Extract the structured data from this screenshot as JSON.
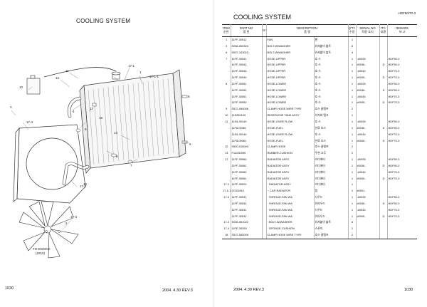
{
  "left_page": {
    "title": "COOLING  SYSTEM",
    "page_number": "1030",
    "revision": "2004. 4.30 REV.3",
    "labels": {
      "l1": "17-1",
      "l2": "1",
      "l3": "17-1-1",
      "l4": "11",
      "l5": "12",
      "l6": "10",
      "l7": "3",
      "l8": "4",
      "l9": "17-4",
      "l10": "17-2",
      "l11": "17-3",
      "l12": "9",
      "l13": "13",
      "l14": "8",
      "l15": "7",
      "l16": "5",
      "l17": "18",
      "l18": "6",
      "l19": "17",
      "l20": "15",
      "l21": "2"
    },
    "engine_note_line1": "TO ENGINE",
    "engine_note_line2": "(1810)"
  },
  "right_page": {
    "model_code": "HDF50/70-3",
    "title": "COOLING SYSTEM",
    "headers": {
      "item_en": "ITEM",
      "item_kr": "순번",
      "part_en": "PART NO",
      "part_kr": "품 번",
      "is": "IS",
      "desc_en": "DESCRIPTION",
      "desc_kr": "품 명",
      "qty_en": "Q'TY",
      "qty_kr": "수량",
      "serial_en": "SERIAL NO",
      "serial_kr": "적용 호기",
      "itc_en": "ITC",
      "itc_kr": "호환",
      "remark_en": "REMARK",
      "remark_kr": "비 고"
    },
    "rows": [
      {
        "item": "1",
        "part": "11FF-30011",
        "desc": "FAN",
        "kr": "팬",
        "qty": "1",
        "serial": "",
        "itc": "",
        "remark": ""
      },
      {
        "item": "2",
        "part": "S036-050322",
        "desc": "BOLT-W/WASHER",
        "kr": "와셔붙이 볼트",
        "qty": "6",
        "serial": "",
        "itc": "",
        "remark": ""
      },
      {
        "item": "6",
        "part": "S037-103022",
        "desc": "BOLT-W/WASHER",
        "kr": "와셔붙이 볼트",
        "qty": "4",
        "serial": "",
        "itc": "",
        "remark": ""
      },
      {
        "item": "7",
        "part": "11FF-30041",
        "desc": "HOSE-UPPER",
        "kr": "호 스",
        "qty": "1",
        "serial": "-#0035",
        "itc": "",
        "remark": "HDF50-3"
      },
      {
        "item": "",
        "part": "11FF-30042",
        "desc": "HOSE-UPPER",
        "kr": "호 스",
        "qty": "1",
        "serial": "#0036-",
        "itc": "D",
        "remark": "HDF50-3"
      },
      {
        "item": "",
        "part": "11FF-30043",
        "desc": "HOSE-UPPER",
        "kr": "호 스",
        "qty": "1",
        "serial": "-#0044",
        "itc": "",
        "remark": "HDF70-3"
      },
      {
        "item": "",
        "part": "11FF-30040",
        "desc": "HOSE-UPPER",
        "kr": "호 스",
        "qty": "1",
        "serial": "#0045-",
        "itc": "D",
        "remark": "HDF70-3"
      },
      {
        "item": "8",
        "part": "11FF-30051",
        "desc": "HOSE-LOWER",
        "kr": "호 스",
        "qty": "1",
        "serial": "-#0035",
        "itc": "",
        "remark": "HDF50-3"
      },
      {
        "item": "",
        "part": "11FF-30052",
        "desc": "HOSE-LOWER",
        "kr": "호 스",
        "qty": "1",
        "serial": "#0036-",
        "itc": "D",
        "remark": "HDF50-3"
      },
      {
        "item": "",
        "part": "11FF-30051",
        "desc": "HOSE-LOWER",
        "kr": "호 스",
        "qty": "1",
        "serial": "-#0044",
        "itc": "",
        "remark": "HDF70-3"
      },
      {
        "item": "",
        "part": "11FF-30050",
        "desc": "HOSE-LOWER",
        "kr": "호 스",
        "qty": "1",
        "serial": "#0045-",
        "itc": "D",
        "remark": "HDF70-3"
      },
      {
        "item": "9",
        "part": "S572-090006",
        "desc": "CLAMP-HOSE WIRE TYPE",
        "kr": "호스 클램프",
        "qty": "2",
        "serial": "",
        "itc": "",
        "remark": ""
      },
      {
        "item": "10",
        "part": "11S250100",
        "desc": "RESERVOIR TANK ASSY",
        "kr": "리저버 탱크",
        "qty": "1",
        "serial": "",
        "itc": "",
        "remark": ""
      },
      {
        "item": "11",
        "part": "11S4-30140",
        "desc": "HOSE-OVER FLOW",
        "kr": "호 스",
        "qty": "1",
        "serial": "-#0035",
        "itc": "",
        "remark": "HDF50-3"
      },
      {
        "item": "",
        "part": "11F8-00061",
        "desc": "HOSE-FUEL",
        "kr": "연료 호스",
        "qty": "1",
        "serial": "#0036-",
        "itc": "D",
        "remark": "HDF50-3"
      },
      {
        "item": "",
        "part": "11S4-30140",
        "desc": "HOSE-OVER FLOW",
        "kr": "호 스",
        "qty": "1",
        "serial": "-#0044",
        "itc": "",
        "remark": "HDF70-3"
      },
      {
        "item": "",
        "part": "11F8-00061",
        "desc": "HOSE-FUEL",
        "kr": "연료 호스",
        "qty": "1",
        "serial": "#0045-",
        "itc": "D",
        "remark": "HDF70-3"
      },
      {
        "item": "12",
        "part": "S520-015000",
        "desc": "CLAMP-HOSE",
        "kr": "호스 클램프",
        "qty": "2",
        "serial": "",
        "itc": "",
        "remark": ""
      },
      {
        "item": "13",
        "part": "F14230090",
        "desc": "RUBBER-CUSHION",
        "kr": "쿠션 고무",
        "qty": "2",
        "serial": "",
        "itc": "",
        "remark": ""
      },
      {
        "item": "17",
        "part": "11FF-30060",
        "desc": "RADIATOR ASSY",
        "kr": "라디에터",
        "qty": "1",
        "serial": "-#0035",
        "itc": "",
        "remark": "HDF50-3"
      },
      {
        "item": "",
        "part": "11FF-30061",
        "desc": "RADIATOR ASSY",
        "kr": "라디에터",
        "qty": "1",
        "serial": "#0036-",
        "itc": "D",
        "remark": "HDF50-3"
      },
      {
        "item": "",
        "part": "11FF-30060",
        "desc": "RADIATOR ASSY",
        "kr": "라디에터",
        "qty": "1",
        "serial": "-#0044",
        "itc": "",
        "remark": "HDF70-3"
      },
      {
        "item": "",
        "part": "11FF-30061",
        "desc": "RADIATOR ASSY",
        "kr": "라디에터",
        "qty": "1",
        "serial": "#0045-",
        "itc": "D",
        "remark": "HDF70-3"
      },
      {
        "item": "17-1",
        "part": "11FF-30020",
        "desc": "· RADIATOR ASSY",
        "kr": "라디에터",
        "qty": "1",
        "serial": "",
        "itc": "",
        "remark": ""
      },
      {
        "item": "17-1-1",
        "part": "22101810",
        "desc": "·· CAP-RADIATOR",
        "kr": "캡",
        "qty": "1",
        "serial": "#0001-",
        "itc": "",
        "remark": "-"
      },
      {
        "item": "17-2",
        "part": "11FF-30031",
        "desc": "· SHROUD-FAN WA",
        "kr": "사우드",
        "qty": "1",
        "serial": "-#0035",
        "itc": "",
        "remark": "HDF50-3"
      },
      {
        "item": "",
        "part": "11FF-30032",
        "desc": "· SHROUD-FAN WA",
        "kr": "쉬라우드",
        "qty": "1",
        "serial": "#0036-",
        "itc": "D",
        "remark": "HDF50-3"
      },
      {
        "item": "",
        "part": "11FF-30031",
        "desc": "· SHROUD-FAN WA",
        "kr": "사우드",
        "qty": "1",
        "serial": "-#0044",
        "itc": "",
        "remark": "HDF70-3"
      },
      {
        "item": "",
        "part": "11FF-30032",
        "desc": "· SHROUD-FAN WA",
        "kr": "쉬라우드",
        "qty": "1",
        "serial": "#0045-",
        "itc": "D",
        "remark": "HDF70-3"
      },
      {
        "item": "17-3",
        "part": "S036-061022",
        "desc": "· BOLT-W/WASHER",
        "kr": "와셔붙이 볼트",
        "qty": "6",
        "serial": "",
        "itc": "",
        "remark": ""
      },
      {
        "item": "17-4",
        "part": "11FE-30290",
        "desc": "· SPONGE-CUSHION",
        "kr": "스폰지",
        "qty": "1",
        "serial": "",
        "itc": "",
        "remark": ""
      },
      {
        "item": "18",
        "part": "S572-050006",
        "desc": "CLAMP-HOSE WIRE TYPE",
        "kr": "호스 클램프",
        "qty": "2",
        "serial": "",
        "itc": "",
        "remark": ""
      }
    ],
    "revision": "2004. 4.30 REV.3",
    "page_number": "1030"
  }
}
